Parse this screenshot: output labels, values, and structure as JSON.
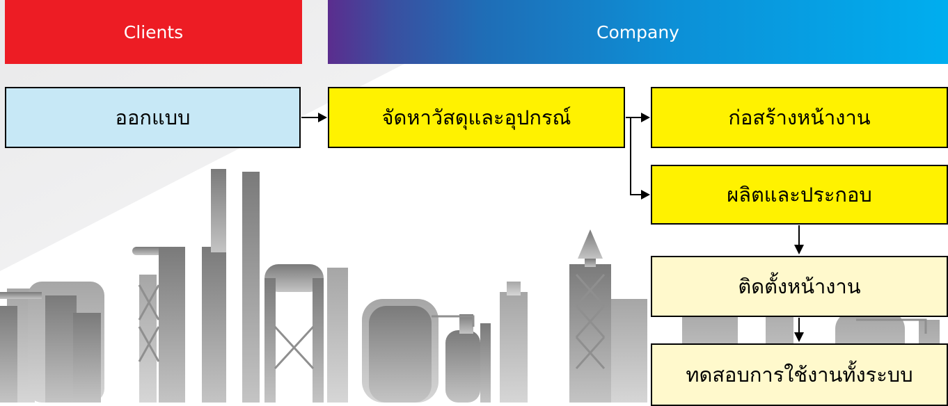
{
  "header": {
    "clients_label": "Clients",
    "company_label": "Company"
  },
  "steps": {
    "design": "ออกแบบ",
    "procurement": "จัดหาวัสดุและอุปกรณ์",
    "site_construction": "ก่อสร้างหน้างาน",
    "manufacture_assembly": "ผลิตและประกอบ",
    "site_installation": "ติดตั้งหน้างาน",
    "system_test": "ทดสอบการใช้งานทั้งระบบ"
  },
  "colors": {
    "clients_red": "#ed1c24",
    "company_blue": "#00aeef",
    "design_box": "#c7e8f6",
    "primary_step": "#fff200",
    "secondary_step": "#fff9cc",
    "skyline_gray": "#8c8c8c"
  }
}
